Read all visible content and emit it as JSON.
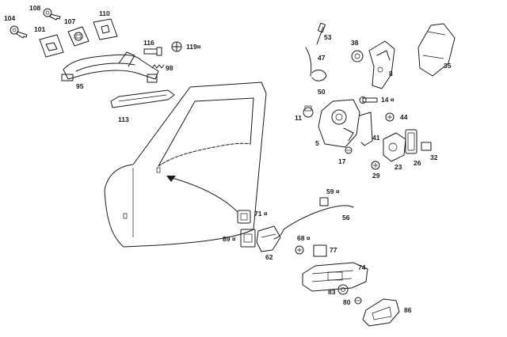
{
  "diagram": {
    "labels": {
      "l104": "104",
      "l108": "108",
      "l107": "107",
      "l110": "110",
      "l101": "101",
      "l116": "116",
      "l119": "119¤",
      "l98": "98",
      "l95": "95",
      "l113": "113",
      "l53": "53",
      "l38": "38",
      "l47": "47",
      "l35": "35",
      "l8": "8",
      "l50": "50",
      "l14": "14 ¤",
      "l11": "11",
      "l44": "44",
      "l5": "5",
      "l41": "41",
      "l17": "17",
      "l29": "29",
      "l23": "23",
      "l26": "26",
      "l32": "32",
      "l59": "59 ¤",
      "l56": "56",
      "l71": "71 ¤",
      "l89": "89 ¤",
      "l62": "62",
      "l68": "68 ¤",
      "l77": "77",
      "l74": "74",
      "l83": "83",
      "l80": "80",
      "l86": "86"
    }
  }
}
